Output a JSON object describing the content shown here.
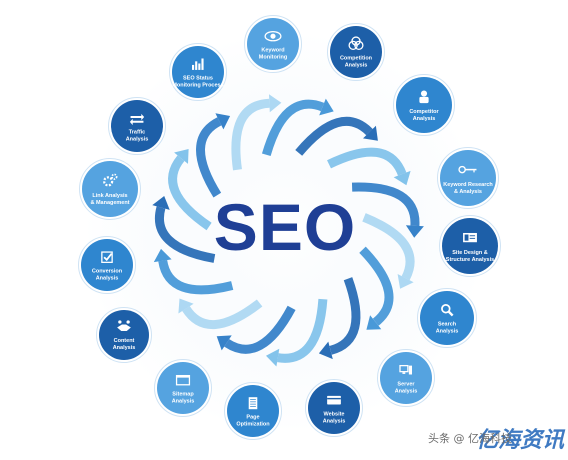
{
  "center_text": "SEO",
  "nodes": [
    {
      "id": "n1",
      "label": [
        "Keyword",
        "Monitoring"
      ],
      "icon": "eye-icon",
      "color": "#55a3e0"
    },
    {
      "id": "n2",
      "label": [
        "Competition",
        "Analysis"
      ],
      "icon": "rings-icon",
      "color": "#1d5fa8"
    },
    {
      "id": "n3",
      "label": [
        "Competitor",
        "Analysis"
      ],
      "icon": "user-icon",
      "color": "#2f86cf"
    },
    {
      "id": "n4",
      "label": [
        "Keyword Research",
        "& Analysis"
      ],
      "icon": "key-icon",
      "color": "#55a3e0"
    },
    {
      "id": "n5",
      "label": [
        "Site Design &",
        "Structure Analysis"
      ],
      "icon": "sitemap-icon",
      "color": "#1d5fa8"
    },
    {
      "id": "n6",
      "label": [
        "Search",
        "Analysis"
      ],
      "icon": "magnifier-icon",
      "color": "#2f86cf"
    },
    {
      "id": "n7",
      "label": [
        "Server",
        "Analysis"
      ],
      "icon": "server-icon",
      "color": "#55a3e0"
    },
    {
      "id": "n8",
      "label": [
        "Website",
        "Analysis"
      ],
      "icon": "card-icon",
      "color": "#1d5fa8"
    },
    {
      "id": "n9",
      "label": [
        "Page",
        "Optimization"
      ],
      "icon": "document-icon",
      "color": "#2f86cf"
    },
    {
      "id": "n10",
      "label": [
        "Sitemap",
        "Analysis"
      ],
      "icon": "window-icon",
      "color": "#55a3e0"
    },
    {
      "id": "n11",
      "label": [
        "Content",
        "Analysis"
      ],
      "icon": "handshake-icon",
      "color": "#1d5fa8"
    },
    {
      "id": "n12",
      "label": [
        "Conversion",
        "Analysis"
      ],
      "icon": "checkbox-icon",
      "color": "#2f86cf"
    },
    {
      "id": "n13",
      "label": [
        "Link Analysis",
        "& Management"
      ],
      "icon": "gears-icon",
      "color": "#55a3e0"
    },
    {
      "id": "n14",
      "label": [
        "Traffic",
        "Analysis"
      ],
      "icon": "arrows-icon",
      "color": "#1d5fa8"
    },
    {
      "id": "n15",
      "label": [
        "SEO Status",
        "Monitoring Process"
      ],
      "icon": "bar-chart-icon",
      "color": "#2f86cf"
    }
  ],
  "watermark": "亿海资讯",
  "caption": "头条 @ 亿海科技"
}
